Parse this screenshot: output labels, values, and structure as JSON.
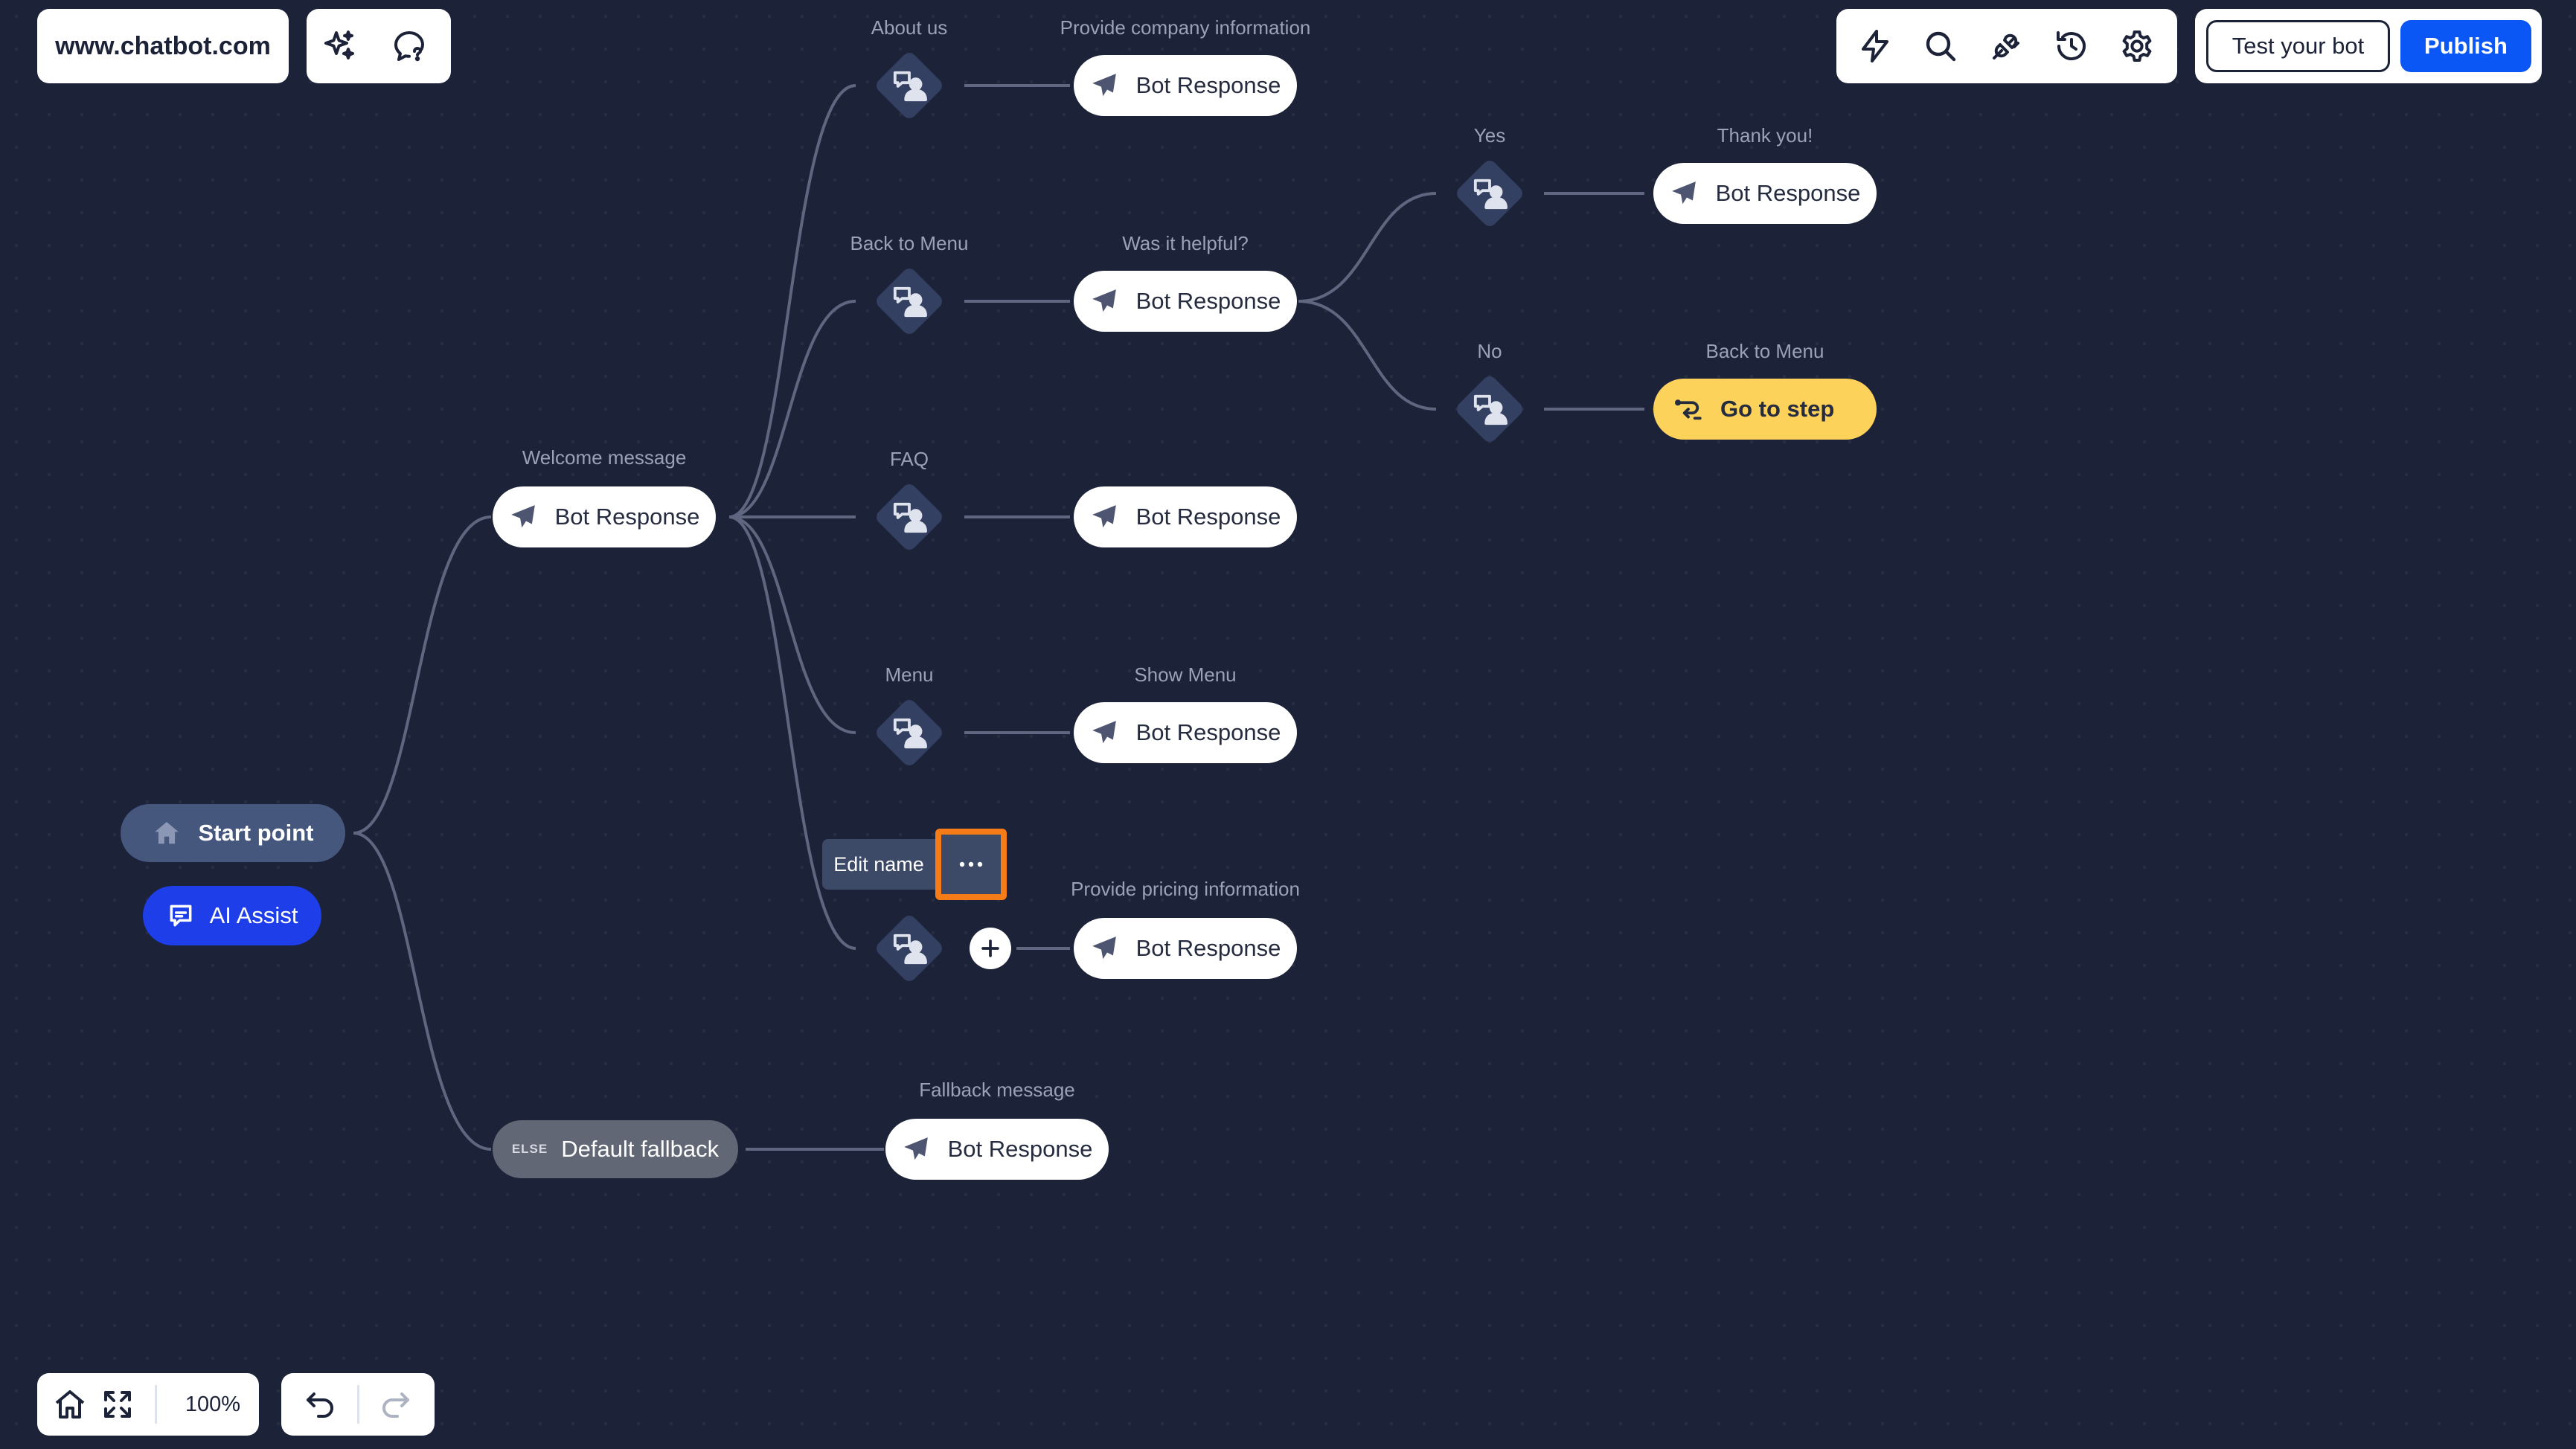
{
  "header": {
    "domain": "www.chatbot.com",
    "test_button": "Test your bot",
    "publish_button": "Publish"
  },
  "icons": {
    "left_tools": [
      "sparkles-icon",
      "chat-bubble-question-icon"
    ],
    "right_tools": [
      "lightning-icon",
      "search-icon",
      "plug-icon",
      "history-icon",
      "gear-icon"
    ],
    "bottom_left": [
      "home-icon",
      "fit-screen-icon"
    ],
    "history": [
      "undo-icon",
      "redo-icon"
    ]
  },
  "flow": {
    "start": "Start point",
    "ai_assist": "AI Assist",
    "welcome_label": "Welcome message",
    "welcome": "Bot Response",
    "fallback_badge": "ELSE",
    "fallback": "Default fallback",
    "fallback_message_label": "Fallback message",
    "fallback_message": "Bot Response",
    "branches": [
      {
        "label": "About us",
        "response_label": "Provide company information",
        "response": "Bot Response"
      },
      {
        "label": "Back to Menu",
        "response_label": "Was it helpful?",
        "response": "Bot Response"
      },
      {
        "label": "FAQ",
        "response_label": "",
        "response": "Bot Response"
      },
      {
        "label": "Menu",
        "response_label": "Show Menu",
        "response": "Bot Response"
      },
      {
        "label": "",
        "response_label": "Provide pricing information",
        "response": "Bot Response"
      }
    ],
    "feedback": [
      {
        "label": "Yes",
        "response_label": "Thank you!",
        "response": "Bot Response"
      },
      {
        "label": "No",
        "response_label": "Back to Menu",
        "response": "Go to step"
      }
    ],
    "tooltip": {
      "edit_name": "Edit name"
    }
  },
  "zoom": {
    "level": "100%"
  },
  "colors": {
    "canvas": "#1c2237",
    "accent_blue": "#0b57f5",
    "ai_assist": "#1d3ee8",
    "goto_step": "#fcd25a",
    "highlight": "#f57c17"
  }
}
